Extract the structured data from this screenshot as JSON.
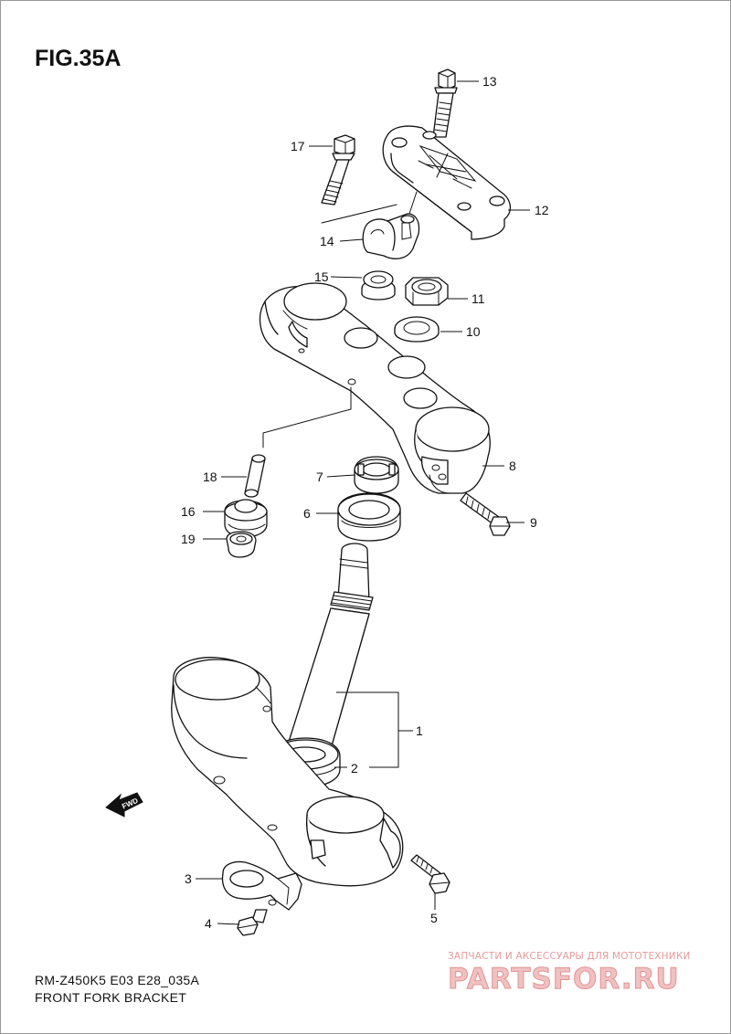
{
  "figure": {
    "title": "FIG.35A",
    "model_code": "RM-Z450K5 E03 E28_035A",
    "caption": "FRONT FORK BRACKET"
  },
  "direction_marker": {
    "text": "FWD",
    "icon": "forward-arrow-icon"
  },
  "callouts": [
    {
      "number": "1",
      "part": "steering-stem"
    },
    {
      "number": "2",
      "part": "bearing-lower"
    },
    {
      "number": "3",
      "part": "hose-guide-clamp"
    },
    {
      "number": "4",
      "part": "bolt-hose-guide"
    },
    {
      "number": "5",
      "part": "bolt-lower-bracket"
    },
    {
      "number": "6",
      "part": "bearing-upper"
    },
    {
      "number": "7",
      "part": "steering-stem-nut"
    },
    {
      "number": "8",
      "part": "upper-bracket"
    },
    {
      "number": "9",
      "part": "bolt-upper-bracket"
    },
    {
      "number": "10",
      "part": "washer"
    },
    {
      "number": "11",
      "part": "stem-head-nut"
    },
    {
      "number": "12",
      "part": "handlebar-holder-upper"
    },
    {
      "number": "13",
      "part": "bolt-handlebar-holder"
    },
    {
      "number": "14",
      "part": "handlebar-holder-lower"
    },
    {
      "number": "15",
      "part": "cushion"
    },
    {
      "number": "16",
      "part": "grommet"
    },
    {
      "number": "17",
      "part": "bolt-holder-lower"
    },
    {
      "number": "18",
      "part": "spacer"
    },
    {
      "number": "19",
      "part": "cap"
    }
  ],
  "watermark": {
    "subtitle": "ЗАПЧАСТИ И АКСЕССУАРЫ ДЛЯ МОТОТЕХНИКИ",
    "brand": "PARTSFOR.RU",
    "color": "#e59a9a"
  },
  "colors": {
    "ink": "#111111",
    "background": "#ffffff",
    "border": "#999999"
  }
}
